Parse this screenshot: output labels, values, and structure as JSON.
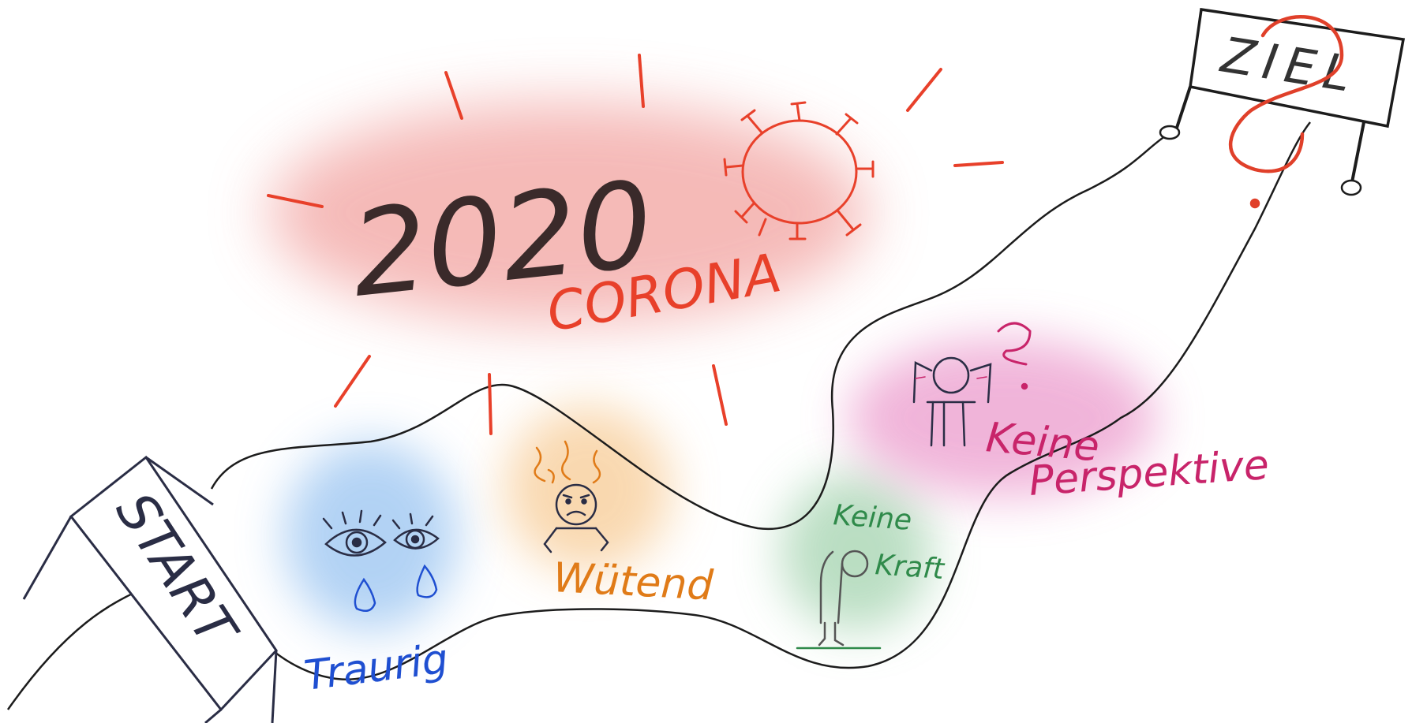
{
  "scene": {
    "start_label": "START",
    "finish_label": "ZIEL",
    "year_label": "2020",
    "corona_label": "CORONA",
    "stations": [
      {
        "label": "Traurig",
        "color": "#1f4fd1"
      },
      {
        "label": "Wütend",
        "color": "#e07b18"
      },
      {
        "label": "Keine\nKraft",
        "lines": [
          "Keine",
          "Kraft"
        ],
        "color": "#2f8a4a"
      },
      {
        "label": "Keine\nPerspektive",
        "lines": [
          "Keine",
          "Perspektive"
        ],
        "color": "#c8246a"
      }
    ],
    "colors": {
      "ink": "#1c1c1c",
      "corona_red": "#e8402a",
      "glow_red": "#f2a3a0",
      "glow_blue": "#9fc7f2",
      "glow_orange": "#f8cf9c",
      "glow_green": "#a9d6b4",
      "glow_pink": "#eda2d0"
    },
    "icons": [
      "crying-eyes-icon",
      "angry-face-icon",
      "tired-figure-icon",
      "confused-figure-icon",
      "virus-icon",
      "question-mark-icon"
    ]
  }
}
